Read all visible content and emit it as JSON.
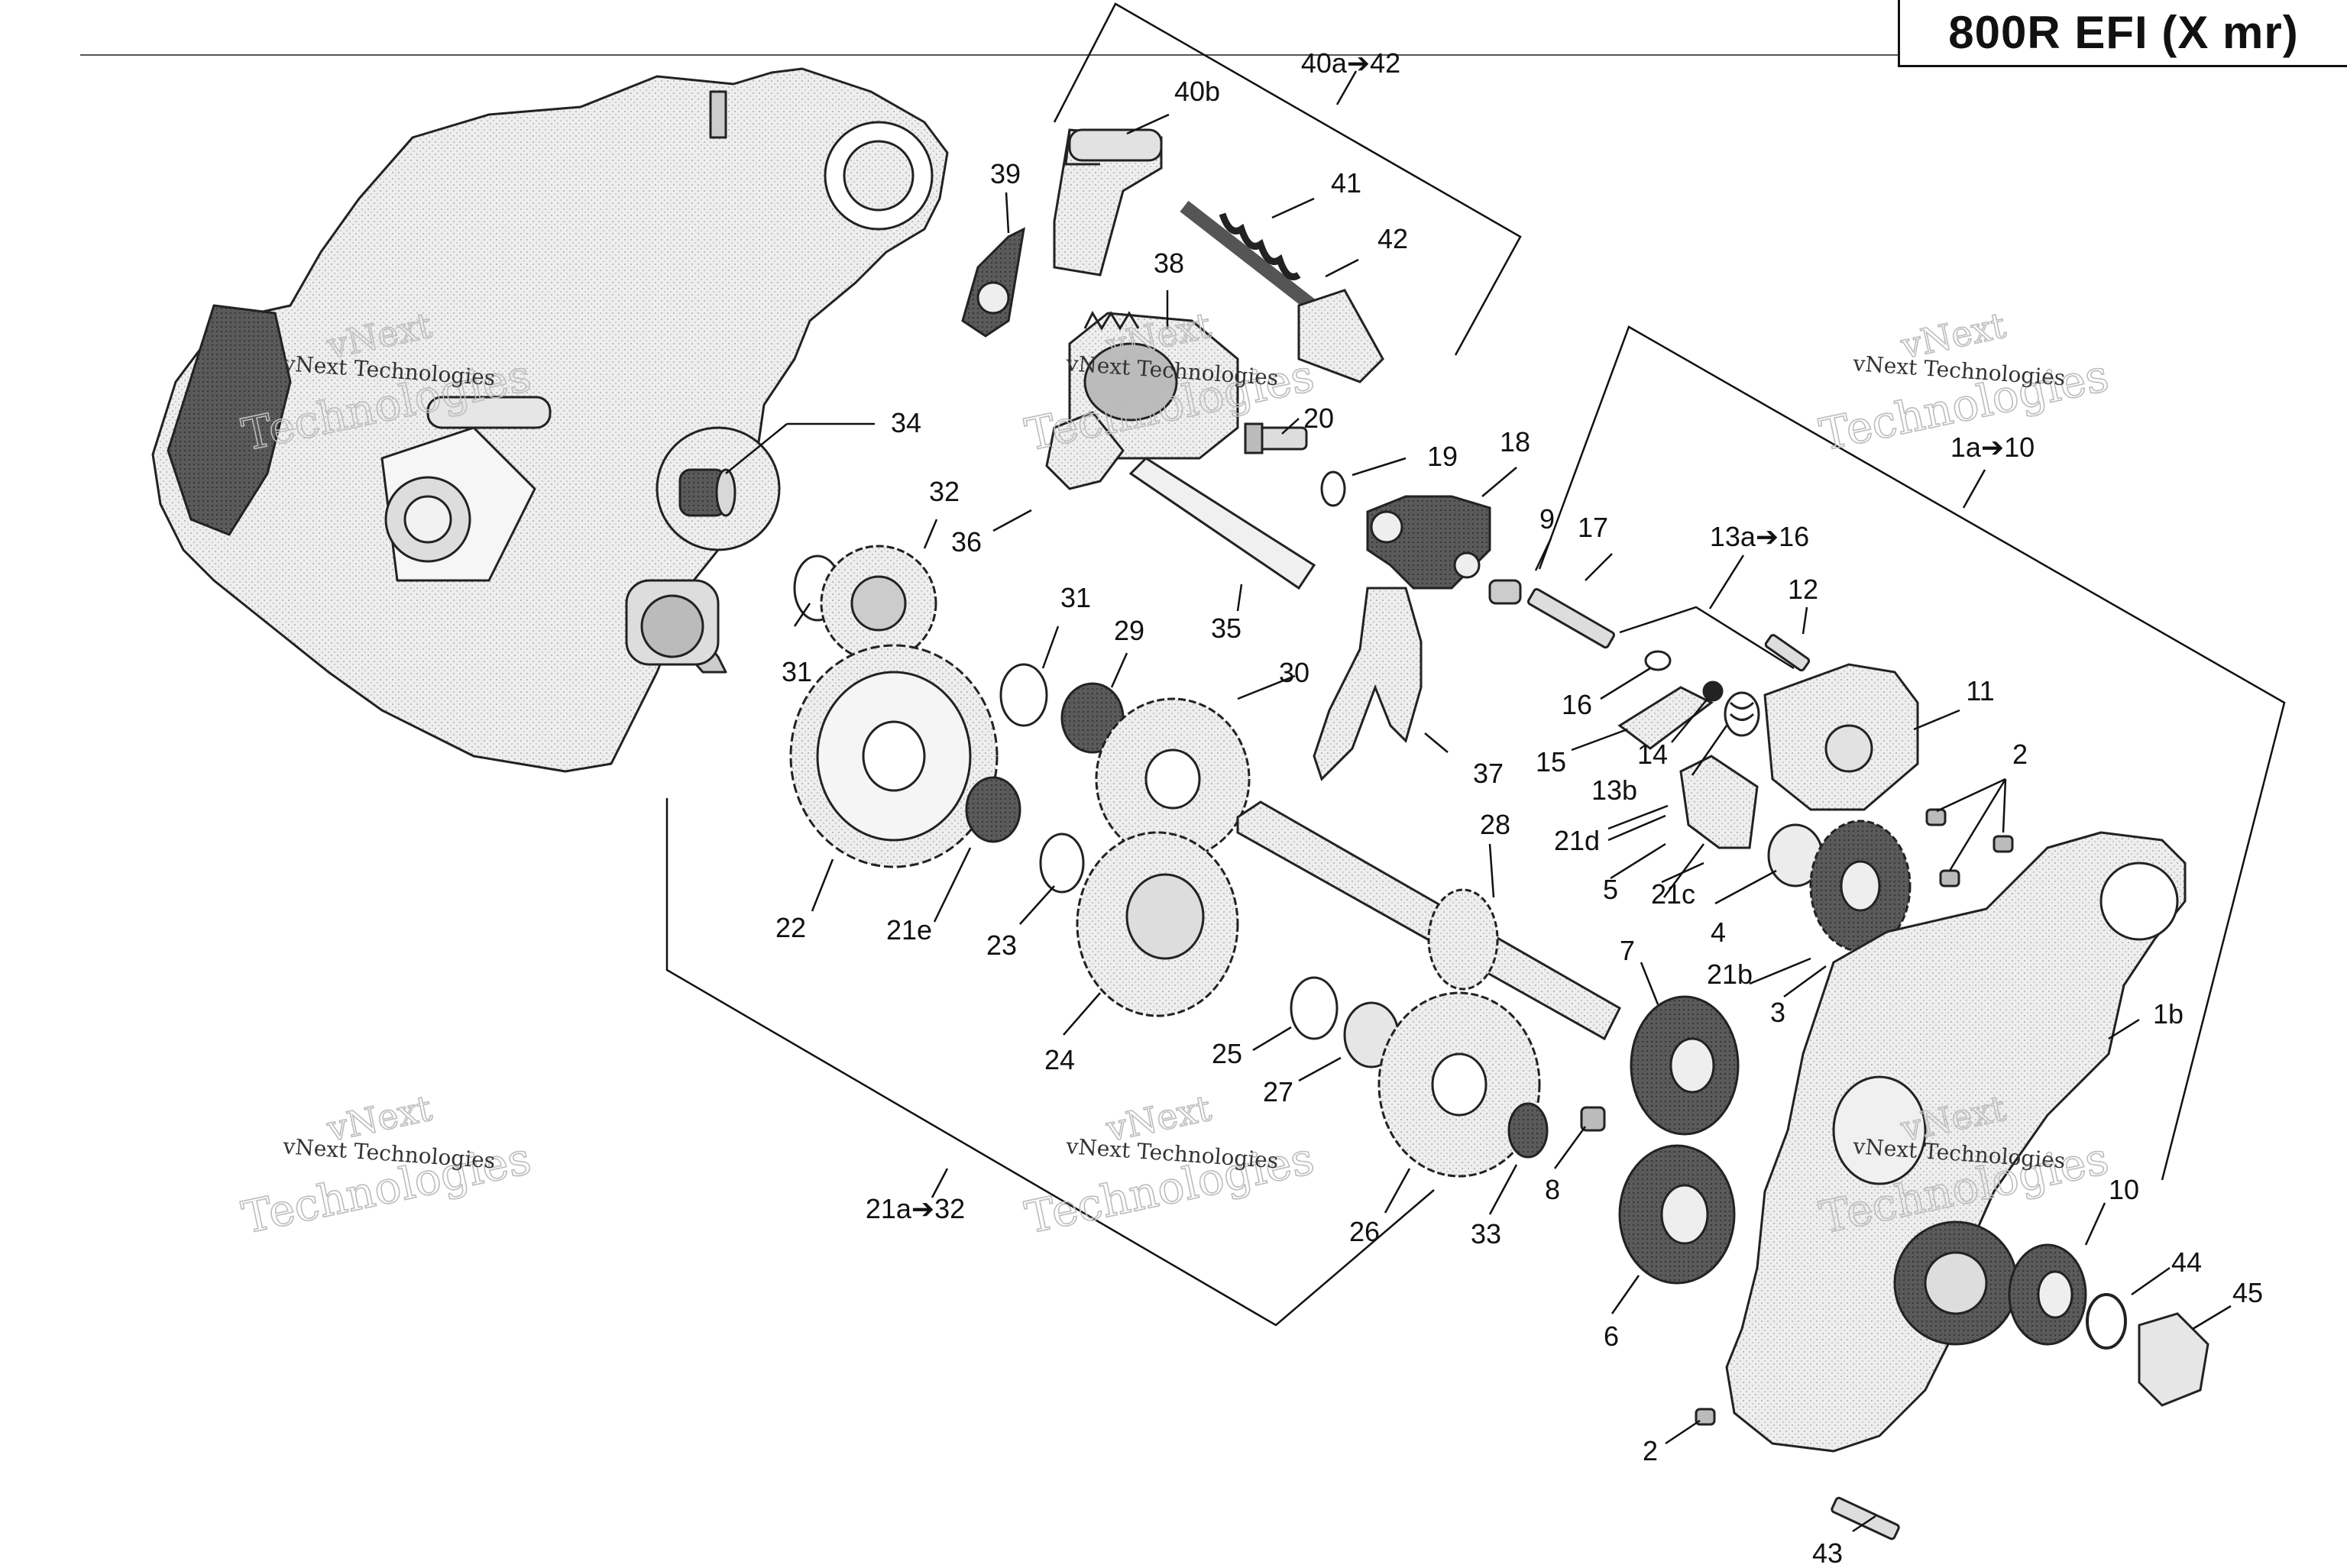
{
  "title": "800R EFI (X mr)",
  "watermarks": [
    {
      "line1": "vNext",
      "line2": "vNext Technologies",
      "line3": "Technologies"
    },
    {
      "line1": "vNext",
      "line2": "vNext Technologies",
      "line3": "Technologies"
    },
    {
      "line1": "vNext",
      "line2": "vNext Technologies",
      "line3": "Technologies"
    },
    {
      "line1": "vNext",
      "line2": "vNext Technologies",
      "line3": "Technologies"
    },
    {
      "line1": "vNext",
      "line2": "vNext Technologies",
      "line3": "Technologies"
    },
    {
      "line1": "vNext",
      "line2": "vNext Technologies",
      "line3": "Technologies"
    }
  ],
  "group_labels": {
    "g40a_42": "40a➔42",
    "g1a_10": "1a➔10",
    "g13a_16": "13a➔16",
    "g21a_32": "21a➔32"
  },
  "callouts": {
    "c40b": "40b",
    "c39": "39",
    "c41": "41",
    "c42": "42",
    "c38": "38",
    "c34": "34",
    "c20": "20",
    "c19": "19",
    "c18": "18",
    "c32": "32",
    "c36": "36",
    "c9": "9",
    "c17": "17",
    "c12": "12",
    "c31a": "31",
    "c31b": "31",
    "c29": "29",
    "c35": "35",
    "c30": "30",
    "c16": "16",
    "c11": "11",
    "c15": "15",
    "c14": "14",
    "c37": "37",
    "c13b": "13b",
    "c2a": "2",
    "c28": "28",
    "c21d": "21d",
    "c5": "5",
    "c21c": "21c",
    "c4": "4",
    "c22": "22",
    "c21e": "21e",
    "c23": "23",
    "c7": "7",
    "c21b": "21b",
    "c3": "3",
    "c1b": "1b",
    "c25": "25",
    "c24": "24",
    "c27": "27",
    "c8": "8",
    "c26": "26",
    "c33": "33",
    "c10": "10",
    "c44": "44",
    "c45": "45",
    "c6": "6",
    "c2b": "2",
    "c43": "43"
  }
}
